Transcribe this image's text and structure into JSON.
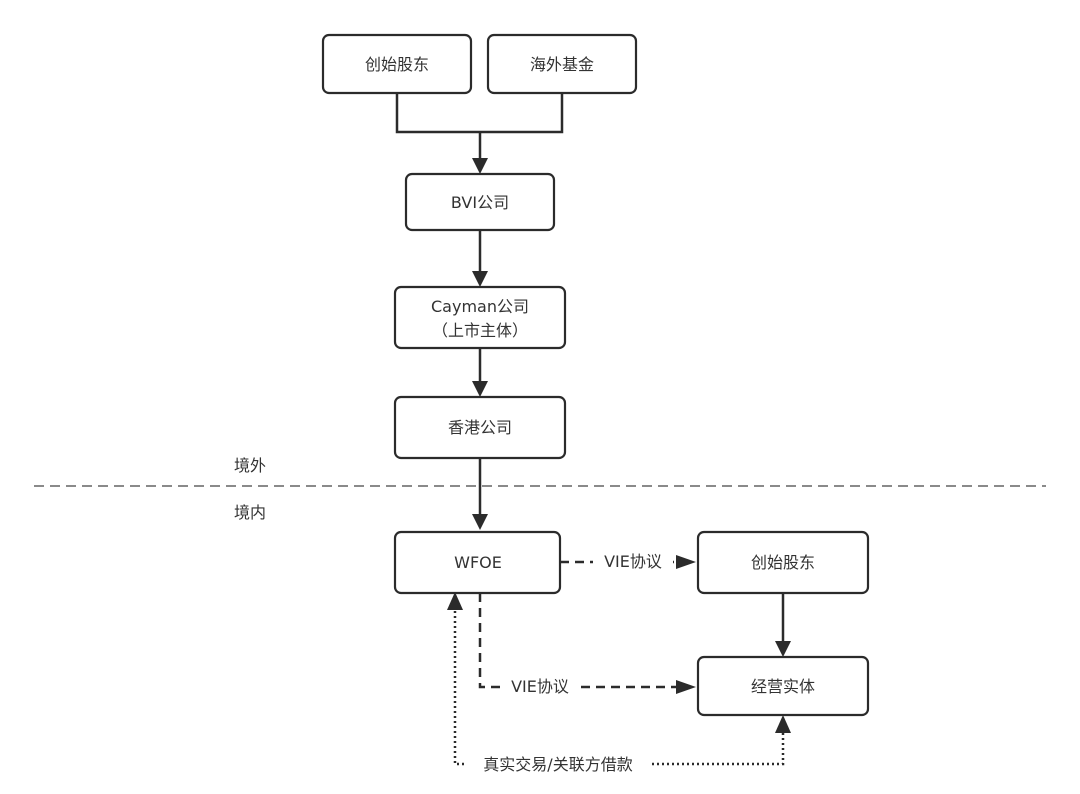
{
  "nodes": {
    "founder_top": "创始股东",
    "overseas_fund": "海外基金",
    "bvi": "BVI公司",
    "cayman_line1": "Cayman公司",
    "cayman_line2": "（上市主体）",
    "hongkong": "香港公司",
    "wfoe": "WFOE",
    "founder_domestic": "创始股东",
    "operating_entity": "经营实体"
  },
  "regions": {
    "offshore": "境外",
    "onshore": "境内"
  },
  "edges": {
    "vie_to_founder": "VIE协议",
    "vie_to_entity": "VIE协议",
    "transactions": "真实交易/关联方借款"
  }
}
